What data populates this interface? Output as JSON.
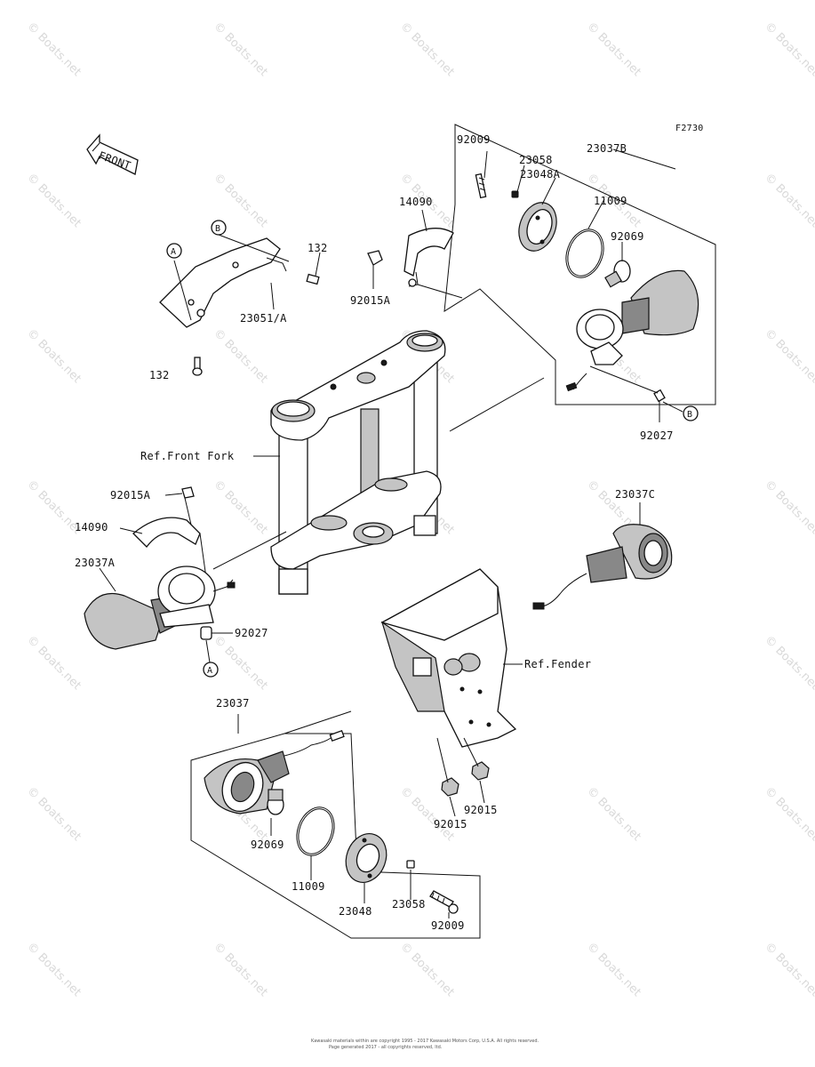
{
  "figure_code": "F2730",
  "front_label": "FRONT",
  "watermark": "© Boats.net",
  "refs": {
    "front_fork": "Ref.Front Fork",
    "fender": "Ref.Fender"
  },
  "markers": {
    "a": "A",
    "b": "B"
  },
  "labels": {
    "p92009_top": "92009",
    "p23058_top": "23058",
    "p23048A": "23048A",
    "p23037B": "23037B",
    "p11009_top": "11009",
    "p92069_top": "92069",
    "p14090_top": "14090",
    "p92015A_top": "92015A",
    "p132_right": "132",
    "p23051A": "23051/A",
    "p132_left": "132",
    "p92027_right": "92027",
    "p92015A_left": "92015A",
    "p14090_left": "14090",
    "p23037A": "23037A",
    "p92027_left": "92027",
    "p23037C": "23037C",
    "p23037": "23037",
    "p92069_bottom": "92069",
    "p11009_bottom": "11009",
    "p23048": "23048",
    "p23058_bottom": "23058",
    "p92009_bottom": "92009",
    "p92015_a": "92015",
    "p92015_b": "92015"
  },
  "copyright_lines": [
    "Kawasaki materials within are copyright 1995 - 2017 Kawasaki Motors Corp, U.S.A. All rights reserved.",
    "Page generated 2017 - all copyrights reserved, ltd."
  ]
}
